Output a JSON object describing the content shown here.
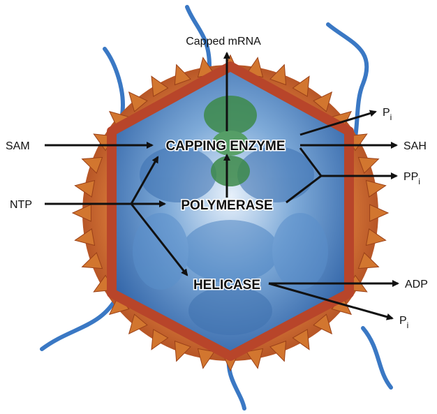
{
  "diagram": {
    "enzymes": {
      "capping": "CAPPING ENZYME",
      "polymerase": "POLYMERASE",
      "helicase": "HELICASE"
    },
    "inputs": {
      "sam": "SAM",
      "ntp": "NTP"
    },
    "outputs": {
      "capped_mrna": "Capped mRNA",
      "pi": "P",
      "pi_sub": "i",
      "sah": "SAH",
      "ppi": "PP",
      "ppi_sub": "i",
      "adp": "ADP"
    },
    "colors": {
      "shell_spikes": "#c8622a",
      "capsid_edge": "#b8452a",
      "interior_blue": "#3f78b8",
      "rna_strand": "#3a78c4",
      "arrow": "#111111"
    }
  }
}
